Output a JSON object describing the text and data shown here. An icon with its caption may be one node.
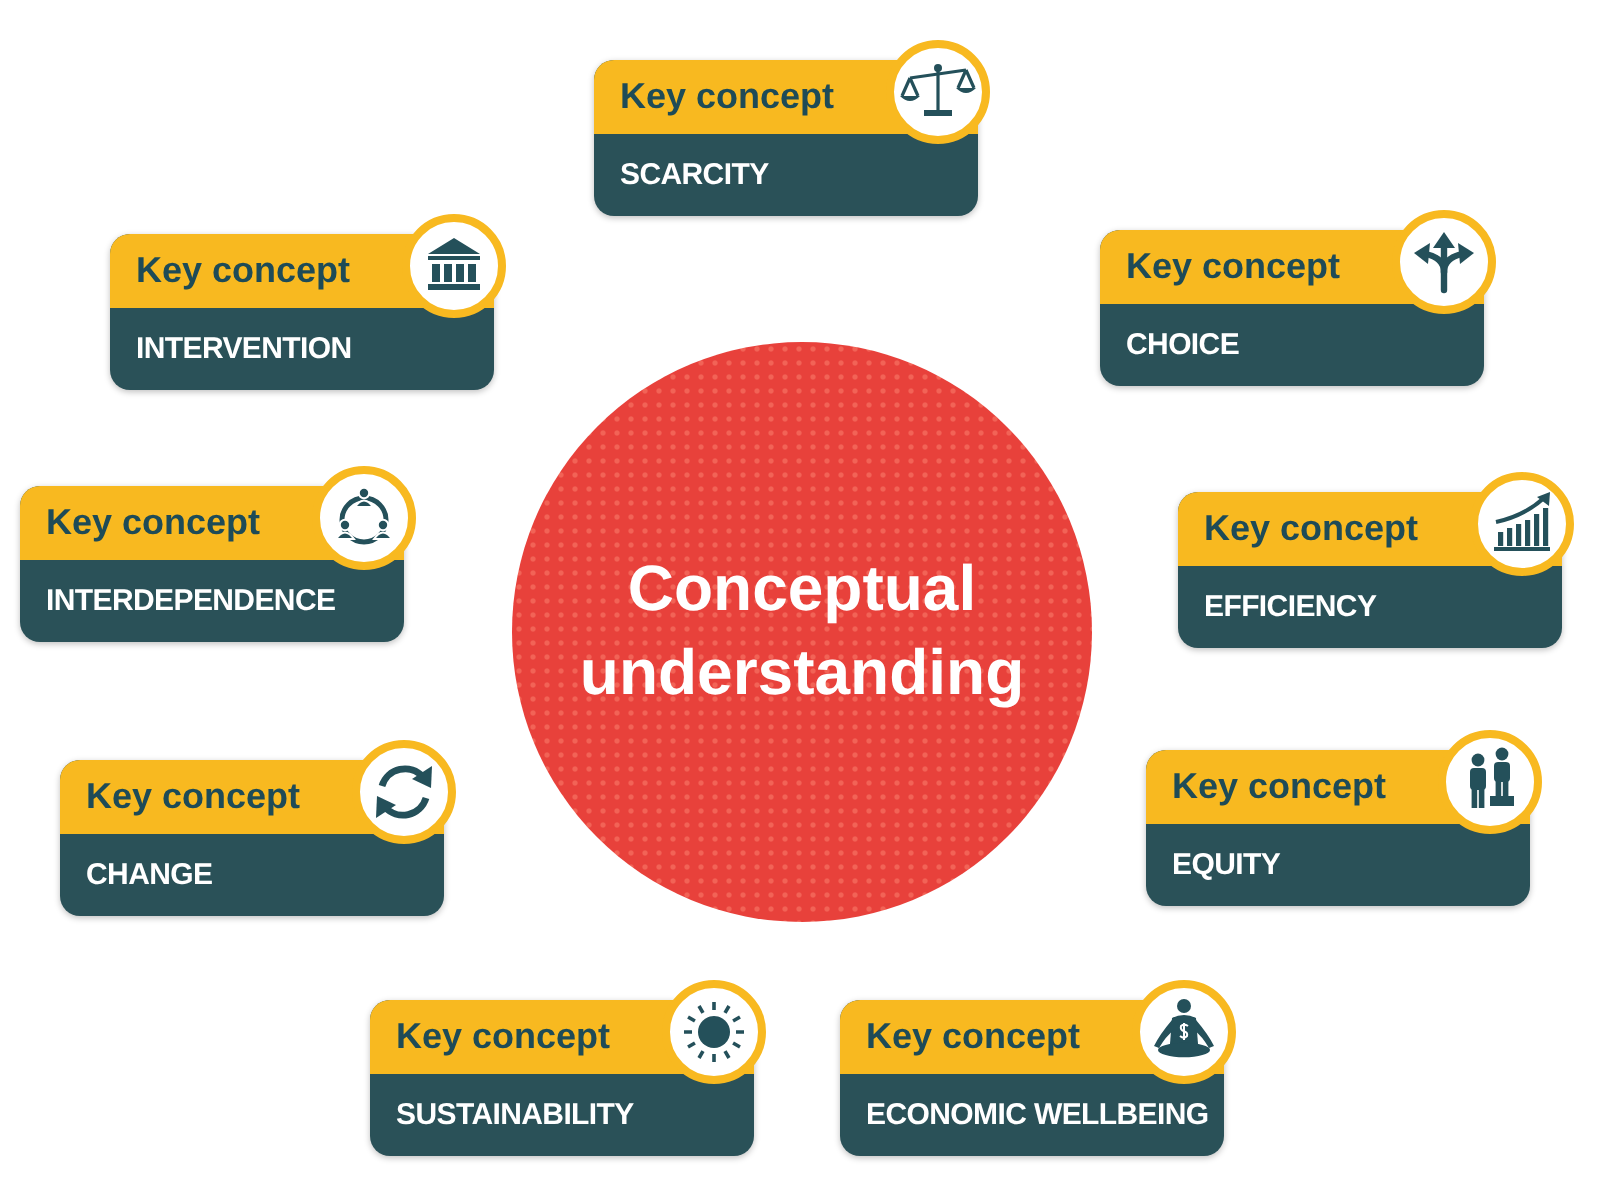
{
  "diagram": {
    "nodes": [
      {
        "text": [
          "Key concept",
          "SCARCITY"
        ]
      },
      {
        "text": [
          "Key concept",
          "INTERVENTION"
        ]
      },
      {
        "text": [
          "Key concept",
          "CHOICE"
        ]
      },
      {
        "text": [
          "Conceptual understanding"
        ]
      },
      {
        "text": [
          "Key concept",
          "INTERDEPENDENCE"
        ]
      },
      {
        "text": [
          "Key concept",
          "EFFICIENCY"
        ]
      },
      {
        "text": [
          "Key concept",
          "CHANGE"
        ]
      },
      {
        "text": [
          "Key concept",
          "EQUITY"
        ]
      },
      {
        "text": [
          "Key concept",
          "SUSTAINABILITY"
        ]
      },
      {
        "text": [
          "Key concept",
          "ECONOMIC WELLBEING"
        ]
      }
    ]
  }
}
